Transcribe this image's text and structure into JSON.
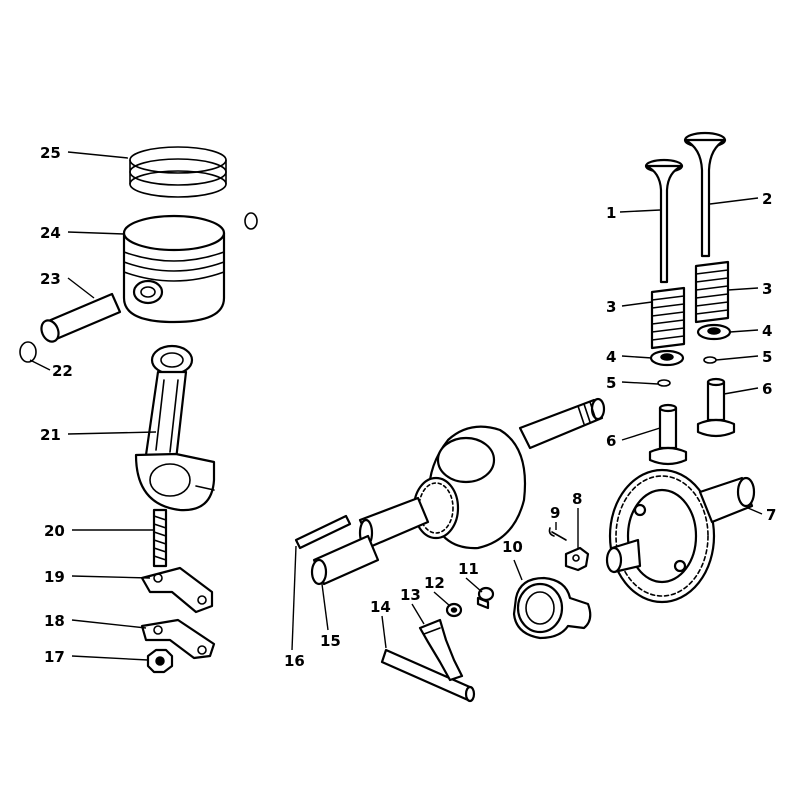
{
  "callouts": [
    {
      "id": "1",
      "label": "1"
    },
    {
      "id": "2",
      "label": "2"
    },
    {
      "id": "3a",
      "label": "3"
    },
    {
      "id": "3b",
      "label": "3"
    },
    {
      "id": "4a",
      "label": "4"
    },
    {
      "id": "4b",
      "label": "4"
    },
    {
      "id": "5a",
      "label": "5"
    },
    {
      "id": "5b",
      "label": "5"
    },
    {
      "id": "6a",
      "label": "6"
    },
    {
      "id": "6b",
      "label": "6"
    },
    {
      "id": "7",
      "label": "7"
    },
    {
      "id": "8",
      "label": "8"
    },
    {
      "id": "9",
      "label": "9"
    },
    {
      "id": "10",
      "label": "10"
    },
    {
      "id": "11",
      "label": "11"
    },
    {
      "id": "12",
      "label": "12"
    },
    {
      "id": "13",
      "label": "13"
    },
    {
      "id": "14",
      "label": "14"
    },
    {
      "id": "15",
      "label": "15"
    },
    {
      "id": "16",
      "label": "16"
    },
    {
      "id": "17",
      "label": "17"
    },
    {
      "id": "18",
      "label": "18"
    },
    {
      "id": "19",
      "label": "19"
    },
    {
      "id": "20",
      "label": "20"
    },
    {
      "id": "21",
      "label": "21"
    },
    {
      "id": "22",
      "label": "22"
    },
    {
      "id": "23",
      "label": "23"
    },
    {
      "id": "24",
      "label": "24"
    },
    {
      "id": "25",
      "label": "25"
    }
  ]
}
